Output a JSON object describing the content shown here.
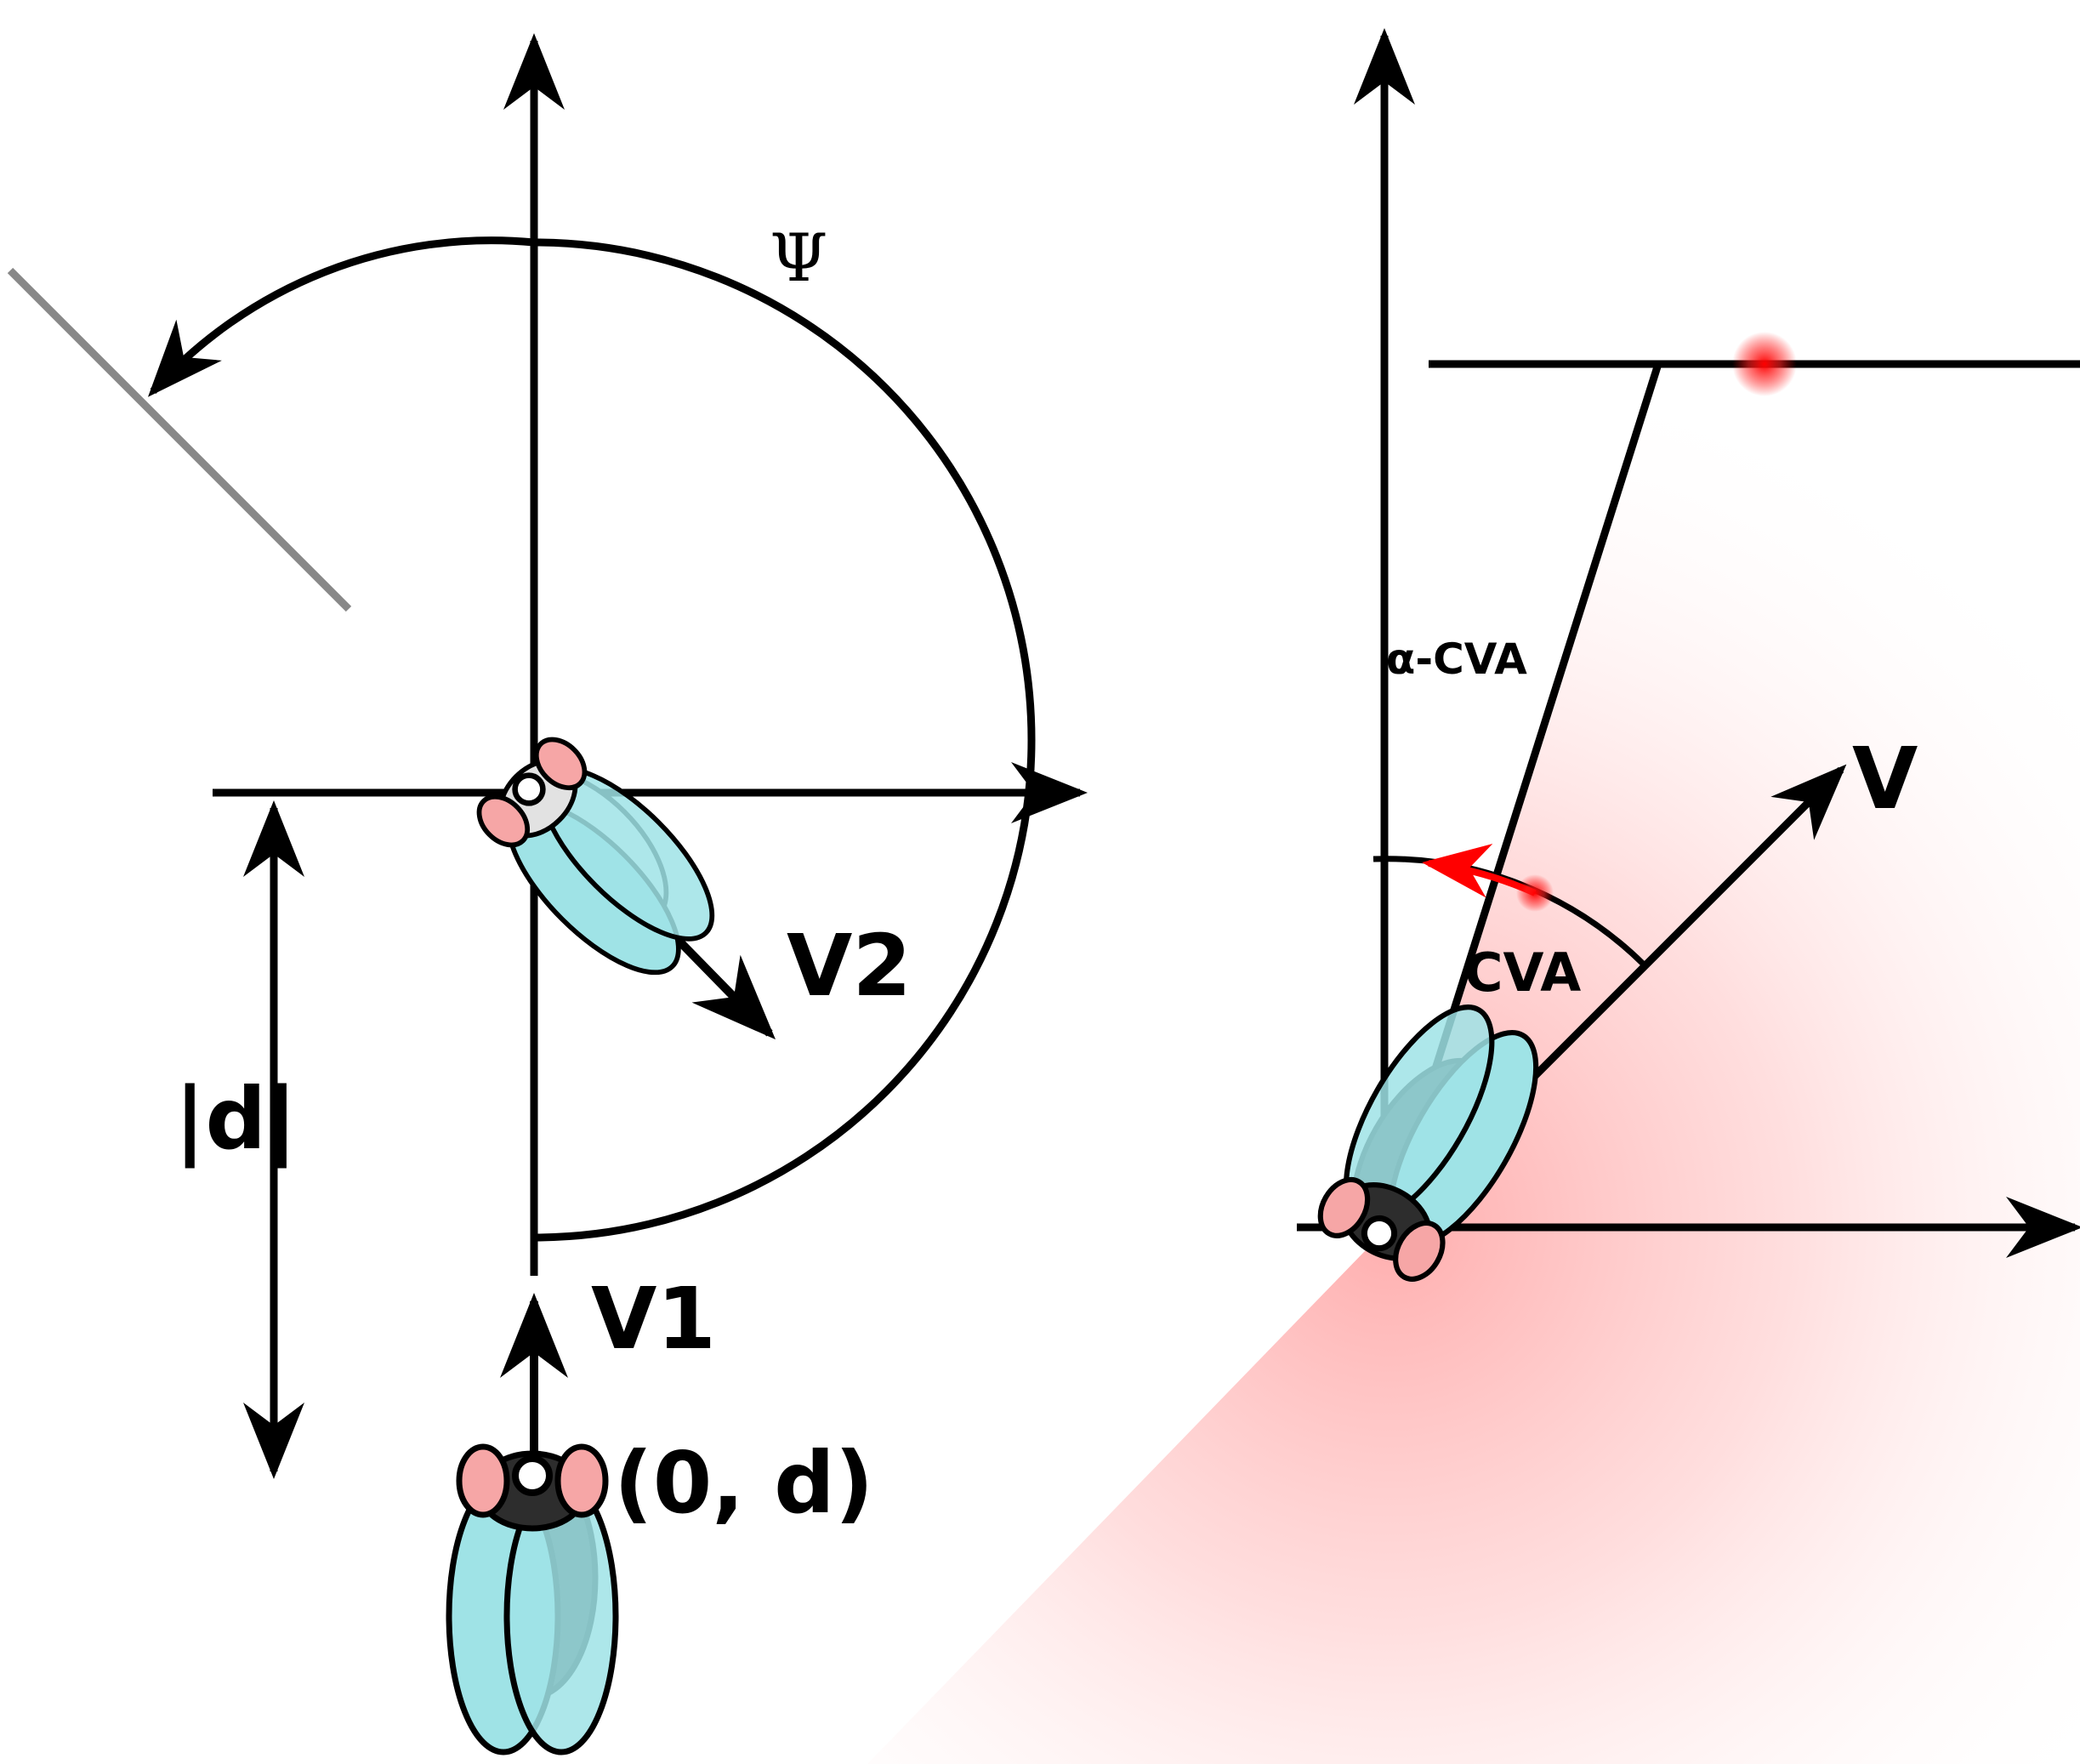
{
  "left_panel": {
    "angle_label": "Ψ",
    "velocity_before_label": "V1",
    "velocity_after_label": "V2",
    "distance_label": "|d|",
    "start_position_label": "(0, d)"
  },
  "right_panel": {
    "velocity_label": "V",
    "angle_label": "CVA",
    "complement_angle_label": "α-CVA"
  },
  "colors": {
    "line": "#000000",
    "fly_wing": "#9fe3e6",
    "fly_eye": "#f6a6a6",
    "fly_body_dark": "#2d2d2d",
    "fly_body_light": "#e2e2e2",
    "tether": "#888888",
    "highlight_arrow": "#ff0000",
    "shading": "#ff6b6b"
  }
}
